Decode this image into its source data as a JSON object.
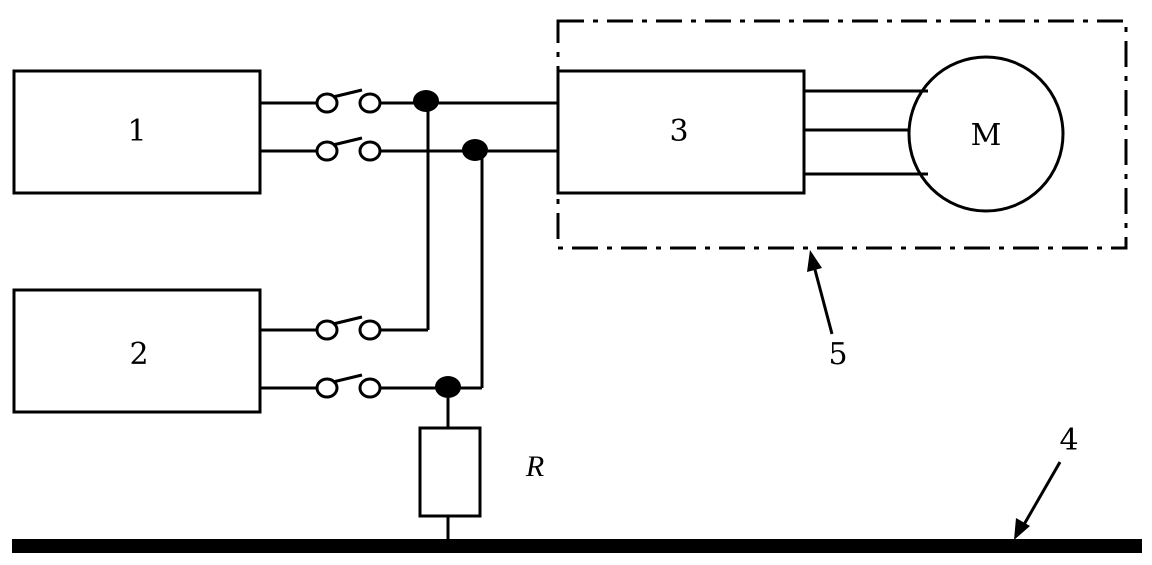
{
  "labels": {
    "source1": "1",
    "source2": "2",
    "converter": "3",
    "motor": "M",
    "ground_bar": "4",
    "enclosure": "5",
    "resistor": "R"
  },
  "colors": {
    "line": "#000000",
    "background": "#ffffff"
  }
}
